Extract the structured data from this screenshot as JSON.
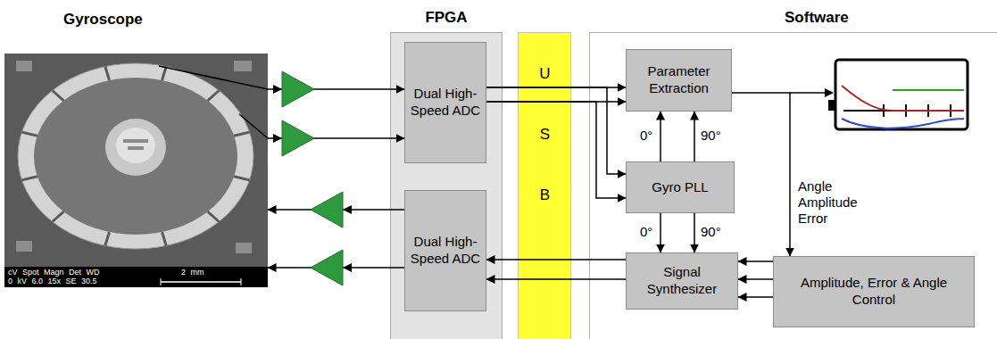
{
  "diagram": {
    "nodes": [
      {
        "text": [
          "Gyroscope"
        ]
      },
      {
        "text": [
          "FPGA"
        ]
      },
      {
        "text": [
          "Dual High-Speed ADC"
        ],
        "in": 1
      },
      {
        "text": [
          "Dual High-Speed ADC"
        ],
        "in": 1
      },
      {
        "text": [
          "U S B"
        ]
      },
      {
        "text": [
          "Software"
        ]
      },
      {
        "text": [
          "Parameter Extraction"
        ],
        "in": 5
      },
      {
        "text": [
          "Gyro PLL"
        ],
        "in": 5
      },
      {
        "text": [
          "Signal Synthesizer"
        ],
        "in": 5
      },
      {
        "text": [
          "Amplitude, Error & Angle Control"
        ],
        "in": 5
      }
    ],
    "edges": [
      {
        "from": 0,
        "to": 2,
        "arrow": "to"
      },
      {
        "from": 0,
        "to": 2,
        "arrow": "to"
      },
      {
        "from": 3,
        "to": 0,
        "arrow": "to"
      },
      {
        "from": 3,
        "to": 0,
        "arrow": "to"
      },
      {
        "from": 2,
        "to": 6,
        "arrow": "to"
      },
      {
        "from": 2,
        "to": 6,
        "arrow": "to"
      },
      {
        "from": 2,
        "to": 7,
        "arrow": "to"
      },
      {
        "from": 2,
        "to": 7,
        "arrow": "to"
      },
      {
        "from": 7,
        "to": 6,
        "label": "0°",
        "arrow": "to"
      },
      {
        "from": 7,
        "to": 6,
        "label": "90°",
        "arrow": "to"
      },
      {
        "from": 7,
        "to": 8,
        "label": "0°",
        "arrow": "to"
      },
      {
        "from": 7,
        "to": 8,
        "label": "90°",
        "arrow": "to"
      },
      {
        "from": 6,
        "to": 9,
        "label": "Angle Amplitude Error",
        "arrow": "to"
      },
      {
        "from": 8,
        "to": 3,
        "arrow": "to"
      },
      {
        "from": 8,
        "to": 3,
        "arrow": "to"
      },
      {
        "from": 9,
        "to": 8,
        "arrow": "to"
      },
      {
        "from": 9,
        "to": 8,
        "arrow": "to"
      },
      {
        "from": 9,
        "to": 8,
        "arrow": "to"
      }
    ],
    "labels": [
      "cV Spot Magn Det WD",
      "0 kV 6.0 15x SE 30.5",
      "2 mm"
    ]
  }
}
